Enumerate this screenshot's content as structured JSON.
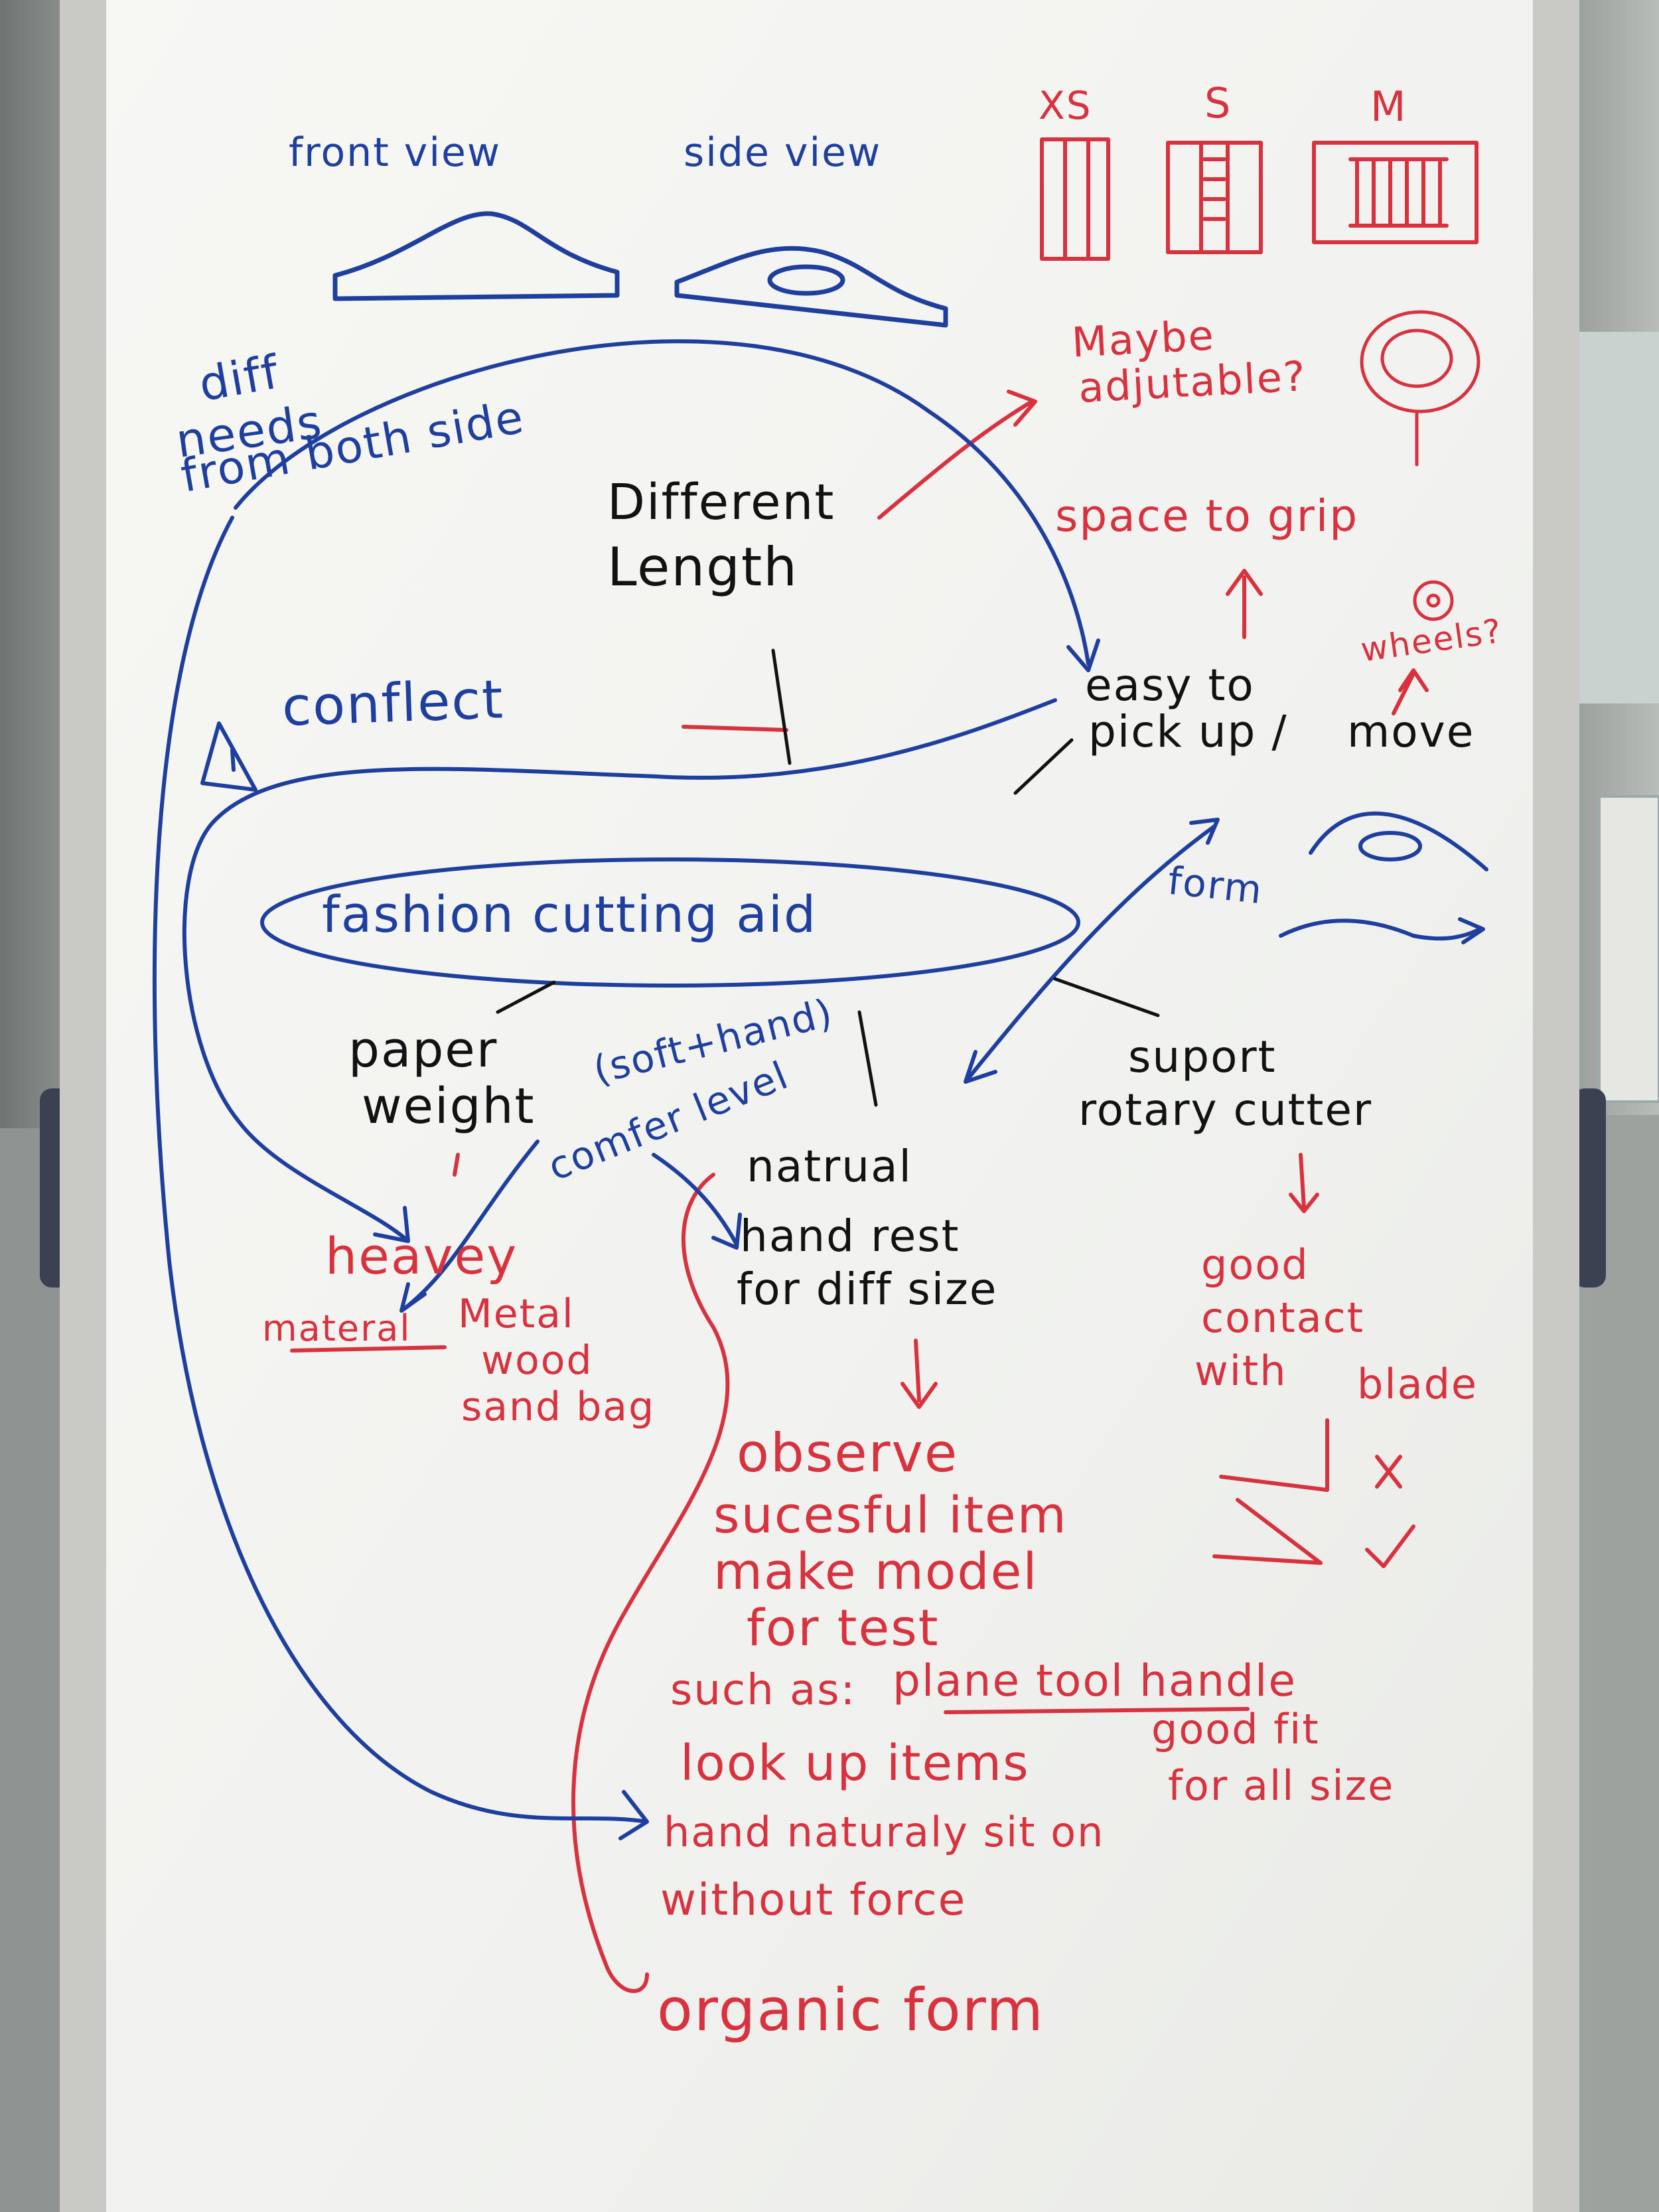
{
  "colors": {
    "marker_blue": "#1f3f9e",
    "marker_red": "#d8323f",
    "marker_black": "#121212",
    "board": "#f4f4f1",
    "frame": "#c9cac6"
  },
  "board": {
    "sketches": {
      "front_view": "front view",
      "side_view": "side view"
    },
    "sizes": [
      "XS",
      "S",
      "M"
    ],
    "blue_notes": {
      "diff_needs": [
        "diff",
        "needs",
        "from both side"
      ],
      "conflect": "conflect",
      "warning_icon": "warning-triangle",
      "form": "form",
      "comfer_level": "comfer level",
      "soft_hand": "(soft+hand)"
    },
    "black_notes": {
      "different_length": [
        "Different",
        "Length"
      ],
      "easy_to": "easy to",
      "pick_up": "pick up /",
      "move": "move",
      "fashion_cutting_aid": "fashion cutting aid",
      "paper_weight": [
        "paper",
        "weight"
      ],
      "natural_hand_rest": [
        "natrual",
        "hand rest",
        "for diff size"
      ],
      "suport_rotary_cutter": [
        "suport",
        "rotary cutter"
      ]
    },
    "red_notes": {
      "maybe_adjustable": [
        "Maybe",
        "adjutable?"
      ],
      "space_to_grip": "space to grip",
      "wheels": "wheels?",
      "heavey": "heavey",
      "materal": "materal",
      "materials": [
        "Metal",
        "wood",
        "sand bag"
      ],
      "good_contact": [
        "good",
        "contact",
        "with",
        "blade"
      ],
      "x_mark": "×",
      "check_mark": "✓",
      "observe": [
        "observe",
        "sucesful item",
        "make model",
        "for test"
      ],
      "such_as": "such as:",
      "plane_tool_handle": "plane tool handle",
      "good_fit": [
        "good fit",
        "for all size"
      ],
      "look_up": [
        "look up items",
        "hand naturaly sit on",
        "without force"
      ],
      "organic_form": "organic form"
    }
  }
}
